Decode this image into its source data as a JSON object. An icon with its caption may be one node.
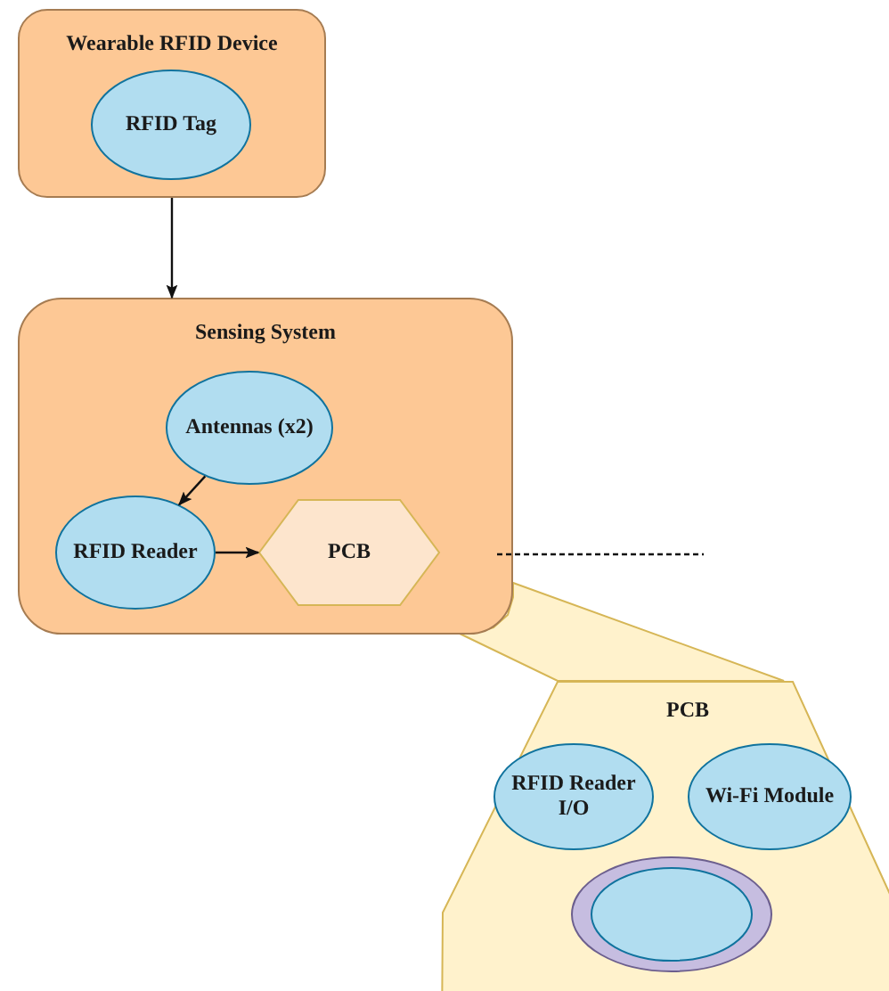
{
  "diagram": {
    "nodes": [
      {
        "text": [
          "Wearable RFID Device"
        ]
      },
      {
        "text": [
          "RFID Tag"
        ],
        "in": 0
      },
      {
        "text": [
          "Sensing System"
        ]
      },
      {
        "text": [
          "Antennas (x2)"
        ],
        "in": 2
      },
      {
        "text": [
          "RFID Reader"
        ],
        "in": 2
      },
      {
        "text": [
          "PCB"
        ],
        "in": 2
      },
      {
        "text": [
          "PCB"
        ]
      },
      {
        "text": [
          "RFID Reader I/O"
        ],
        "in": 6
      },
      {
        "text": [
          "Wi-Fi Module"
        ],
        "in": 6
      },
      {
        "text": [],
        "shape": "circle",
        "in": 6
      },
      {
        "text": [],
        "shape": "trapezoid"
      }
    ],
    "edges": [
      {
        "from": 0,
        "to": 2,
        "arrow": "to"
      },
      {
        "from": 3,
        "to": 4,
        "arrow": "to"
      },
      {
        "from": 4,
        "to": 5,
        "arrow": "to"
      },
      {
        "from": 5,
        "to": null,
        "arrow": "none",
        "style": "dashed"
      }
    ]
  }
}
